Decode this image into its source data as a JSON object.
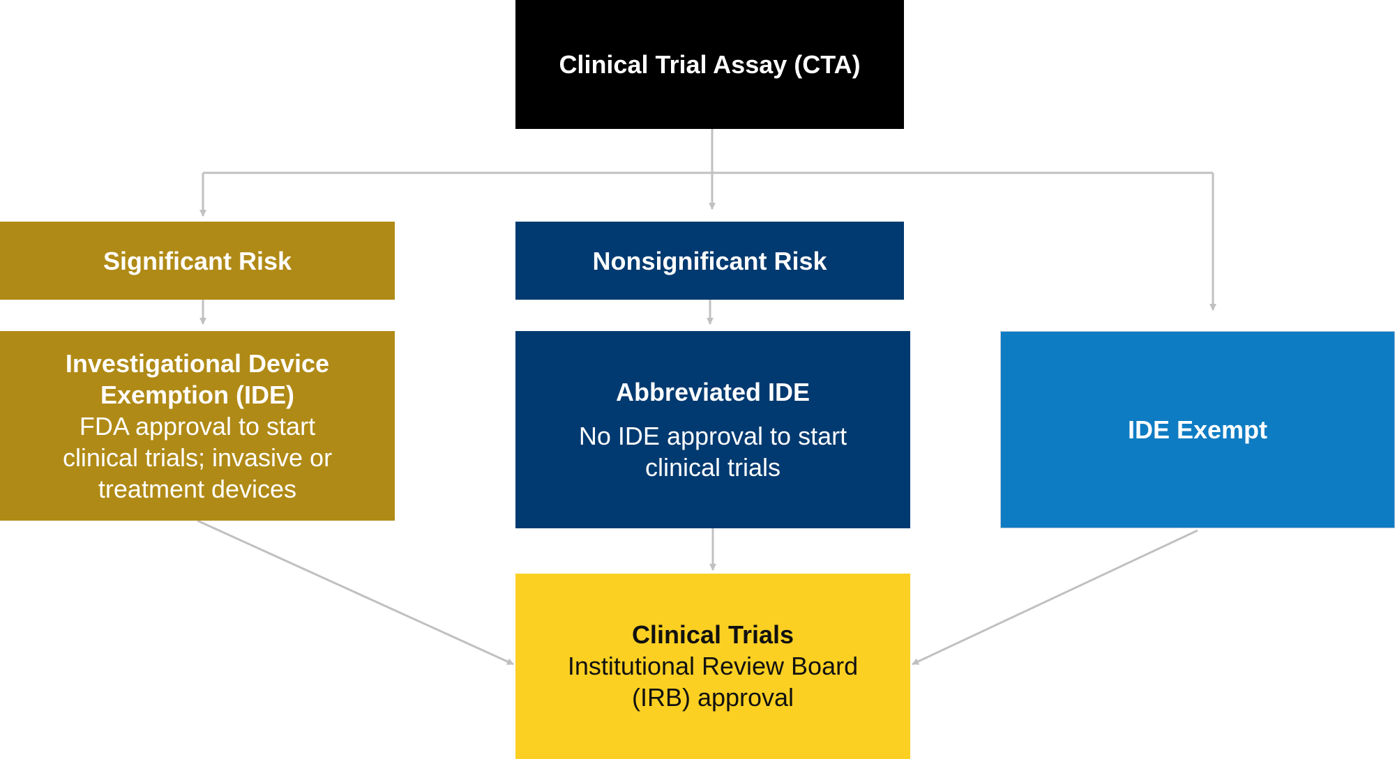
{
  "colors": {
    "cta": "#000000",
    "significant": "#b08a16",
    "nonsignificant": "#013a70",
    "exempt": "#0e7cc3",
    "clinical_trials": "#fbd022",
    "connector": "#c0c0c0"
  },
  "nodes": {
    "cta": {
      "title": "Clinical Trial Assay (CTA)"
    },
    "significant_risk": {
      "title": "Significant Risk"
    },
    "nonsignificant_risk": {
      "title": "Nonsignificant Risk"
    },
    "ide": {
      "title_line1": "Investigational Device",
      "title_line2": "Exemption (IDE)",
      "desc_line1": "FDA approval to start",
      "desc_line2": "clinical trials; invasive or",
      "desc_line3": "treatment devices"
    },
    "abbreviated_ide": {
      "title": "Abbreviated IDE",
      "desc_line1": "No IDE approval to start",
      "desc_line2": "clinical trials"
    },
    "ide_exempt": {
      "title": "IDE Exempt"
    },
    "clinical_trials": {
      "title": "Clinical Trials",
      "desc_line1": "Institutional Review Board",
      "desc_line2": "(IRB) approval"
    }
  }
}
